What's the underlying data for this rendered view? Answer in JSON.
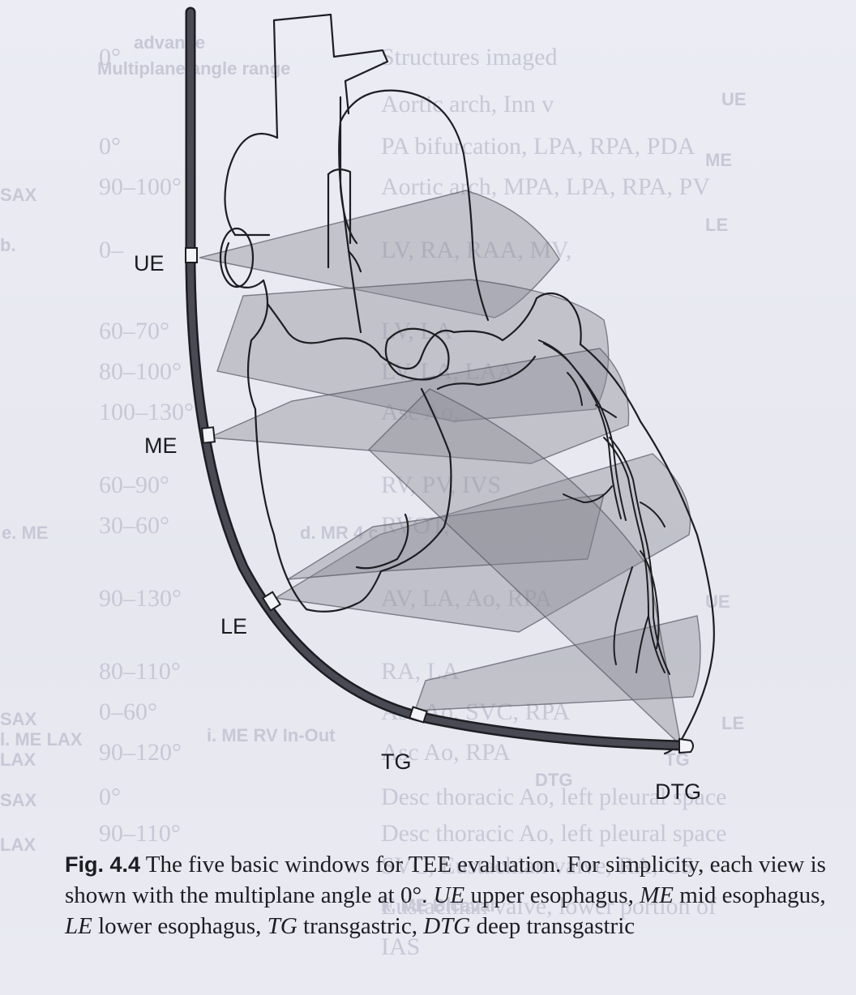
{
  "figure": {
    "windows": [
      {
        "id": "ue",
        "label": "UE"
      },
      {
        "id": "me",
        "label": "ME"
      },
      {
        "id": "le",
        "label": "LE"
      },
      {
        "id": "tg",
        "label": "TG"
      },
      {
        "id": "dtg",
        "label": "DTG"
      }
    ]
  },
  "caption": {
    "figure_number": "Fig. 4.4",
    "segments": [
      {
        "text": " The five basic windows for TEE evaluation. For simplicity, each view is shown with the multiplane angle at 0°. ",
        "italic": false
      },
      {
        "text": "UE",
        "italic": true
      },
      {
        "text": " upper esophagus, ",
        "italic": false
      },
      {
        "text": "ME",
        "italic": true
      },
      {
        "text": " mid esophagus, ",
        "italic": false
      },
      {
        "text": "LE",
        "italic": true
      },
      {
        "text": " lower esophagus, ",
        "italic": false
      },
      {
        "text": "TG",
        "italic": true
      },
      {
        "text": " transgastric, ",
        "italic": false
      },
      {
        "text": "DTG",
        "italic": true
      },
      {
        "text": " deep transgastric",
        "italic": false
      }
    ]
  },
  "background_show_through": {
    "table_rows": [
      {
        "angle": "0°",
        "structures": "Structures imaged"
      },
      {
        "angle": "",
        "structures": "Aortic arch, Inn v"
      },
      {
        "angle": "0°",
        "structures": "PA bifurcation, LPA, RPA, PDA"
      },
      {
        "angle": "90–100°",
        "structures": "Aortic arch, MPA, LPA, RPA, PV"
      },
      {
        "angle": "0–",
        "structures": "LV, RA, RAA, MV,"
      },
      {
        "angle": "60–70°",
        "structures": "LV, LA"
      },
      {
        "angle": "80–100°",
        "structures": "LV, LA, LAA"
      },
      {
        "angle": "100–130°",
        "structures": "Asc Ao,"
      },
      {
        "angle": "60–90°",
        "structures": "RV, PV, IVS"
      },
      {
        "angle": "30–60°",
        "structures": "RVOT,"
      },
      {
        "angle": "90–130°",
        "structures": "AV, LA, Ao, RPA"
      },
      {
        "angle": "80–110°",
        "structures": "RA, LA"
      },
      {
        "angle": "0–60°",
        "structures": "Asc Ao, SVC, RPA"
      },
      {
        "angle": "90–120°",
        "structures": "Asc Ao, RPA"
      },
      {
        "angle": "0°",
        "structures": "Desc thoracic Ao, left pleural space"
      },
      {
        "angle": "90–110°",
        "structures": "Desc thoracic Ao, left pleural space"
      },
      {
        "angle": "",
        "structures": "SVC, Eustachian valve, RA, CS"
      },
      {
        "angle": "",
        "structures": "Eustachian valve, lower portion of"
      },
      {
        "angle": "",
        "structures": "IAS"
      }
    ],
    "side_labels": [
      "i. ME RV In-Out",
      "e. ME",
      "d. MR 4 c",
      "UE",
      "ME",
      "LE",
      "DTG",
      "TG",
      "k. ME Bicaval",
      "l. ME LAX",
      "Multiplane angle range",
      "advance",
      "LE",
      "b.",
      "UE",
      "SAX",
      "SAX",
      "SAX",
      "LAX",
      "LAX"
    ]
  },
  "colors": {
    "ink": "#1d1d22",
    "plane_fill": "#8d8d96",
    "probe": "#4a4a55",
    "ghost": "#c6c8d6"
  }
}
